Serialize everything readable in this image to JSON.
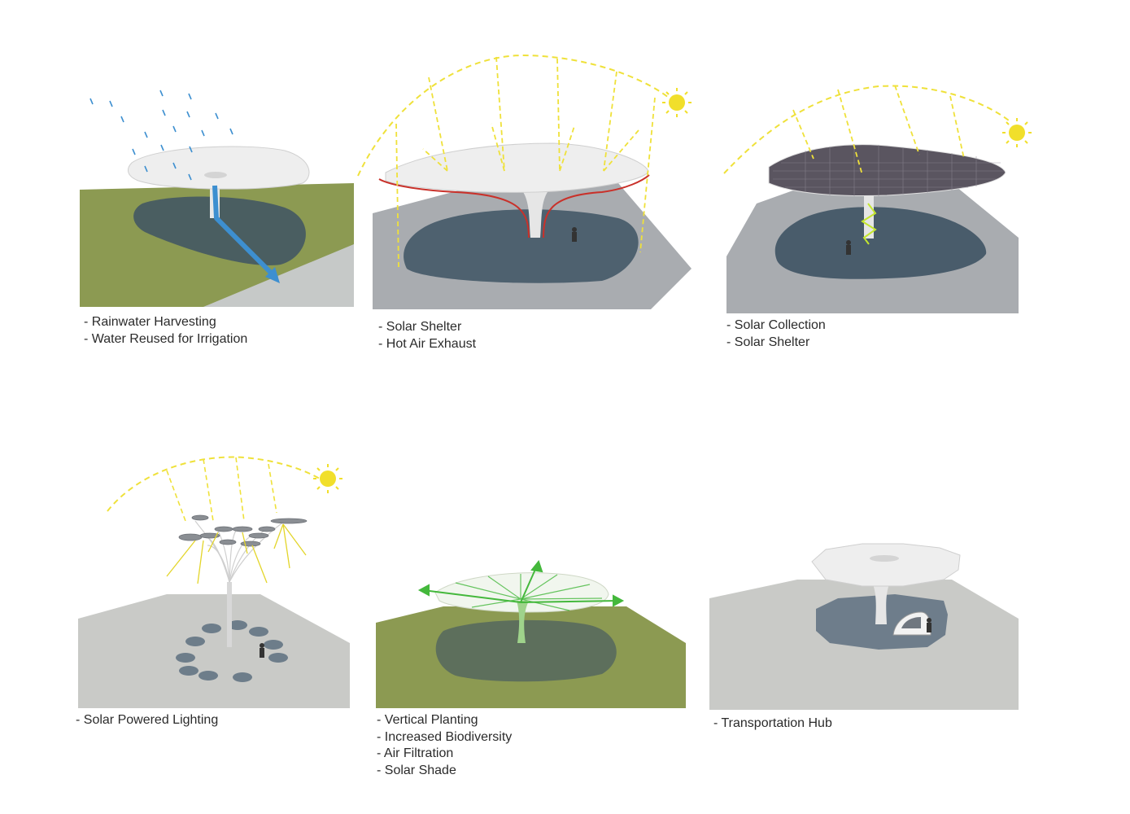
{
  "colors": {
    "grass": "#8c9a52",
    "paving": "#a9acb0",
    "concrete": "#c9cac7",
    "shadow": "#3e5364",
    "canopy": "#eeeeee",
    "sun": "#f1df2b",
    "sun_ray": "#efe13a",
    "rain": "#3d8fd0",
    "hot_air": "#c9312a",
    "green": "#44b83c",
    "solar_cells": "#5a5560"
  },
  "panels": [
    {
      "id": "rainwater",
      "captions": [
        "- Rainwater Harvesting",
        "- Water Reused for Irrigation"
      ]
    },
    {
      "id": "solar-shelter",
      "captions": [
        "- Solar Shelter",
        "- Hot Air Exhaust"
      ]
    },
    {
      "id": "solar-collection",
      "captions": [
        "- Solar Collection",
        "- Solar Shelter"
      ]
    },
    {
      "id": "solar-lighting",
      "captions": [
        "- Solar Powered Lighting"
      ]
    },
    {
      "id": "vertical-planting",
      "captions": [
        "- Vertical Planting",
        "- Increased Biodiversity",
        "- Air Filtration",
        "- Solar Shade"
      ]
    },
    {
      "id": "transportation-hub",
      "captions": [
        "- Transportation Hub"
      ]
    }
  ]
}
